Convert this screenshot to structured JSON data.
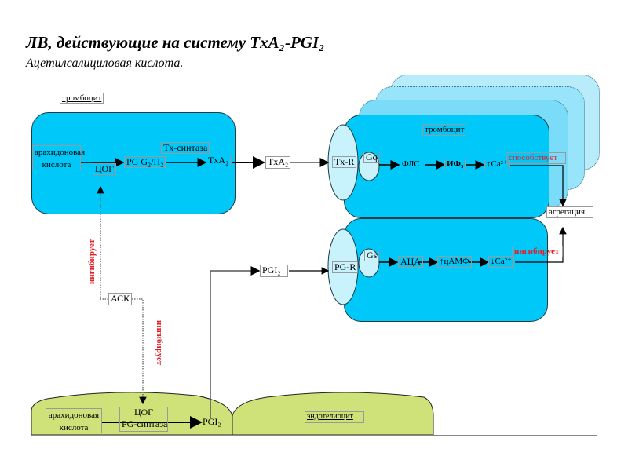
{
  "header": {
    "title": "ЛВ, действующие на систему TxA₂-PGI₂",
    "subtitle": "Ацетилсалициловая кислота."
  },
  "platelet_left": {
    "cell_label": "тромбоцит",
    "arachidonic_line1": "арахидоновая",
    "arachidonic_line2": "кислота",
    "cox": "ЦОГ",
    "pg_intermediate": "PG G₂/H₂",
    "tx_synthase": "Tx-синтаза",
    "txa2": "TxA₂"
  },
  "mediators": {
    "txa2": "TxA₂",
    "pgi2": "PGI₂"
  },
  "platelet_right": {
    "cell_label": "тромбоцит",
    "tx_receptor": "Tx-R",
    "pg_receptor": "PG-R",
    "gq": "Gq",
    "gs": "Gs",
    "plc": "ФЛС",
    "ip3": "ИФ₃",
    "ca_up": "↑Ca²⁺",
    "ac": "АЦА",
    "camp_up": "↑цАМФ",
    "ca_down": "↓Ca²⁺",
    "promotes": "способствует",
    "inhibits": "ингибирует",
    "aggregation": "агрегация"
  },
  "drug": {
    "asa": "АСК",
    "inhibits_platelet": "ингибирует",
    "inhibits_endothelium": "ингибирует"
  },
  "endothelium": {
    "arachidonic_line1": "арахидоновая",
    "arachidonic_line2": "кислота",
    "cox": "ЦОГ",
    "pg_synthase": "PG-синтаза",
    "pgi2": "PGI₂",
    "cell_label": "эндотелиоцит"
  },
  "colors": {
    "platelet": "#00c8f8",
    "receptor": "#c8f2fc",
    "endothelium": "#cfe27a",
    "inhibit_text": "#e0202a"
  }
}
